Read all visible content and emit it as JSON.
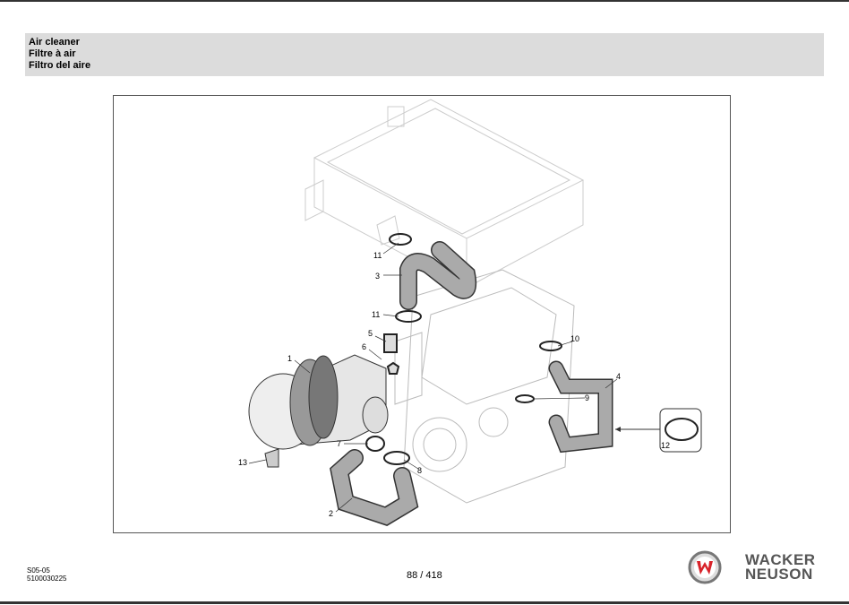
{
  "header": {
    "title_en": "Air cleaner",
    "title_fr": "Filtre à air",
    "title_es": "Filtro del aire"
  },
  "diagram": {
    "callouts": [
      "11",
      "3",
      "11",
      "5",
      "6",
      "1",
      "10",
      "4",
      "9",
      "12",
      "7",
      "8",
      "13",
      "2"
    ]
  },
  "footer": {
    "section": "S05-05",
    "doc_number": "5100030225",
    "page": "88 / 418",
    "brand_line1": "WACKER",
    "brand_line2": "NEUSON"
  },
  "colors": {
    "header_bg": "#dcdcdc",
    "logo_red": "#d8232a",
    "brand_gray": "#555555"
  }
}
